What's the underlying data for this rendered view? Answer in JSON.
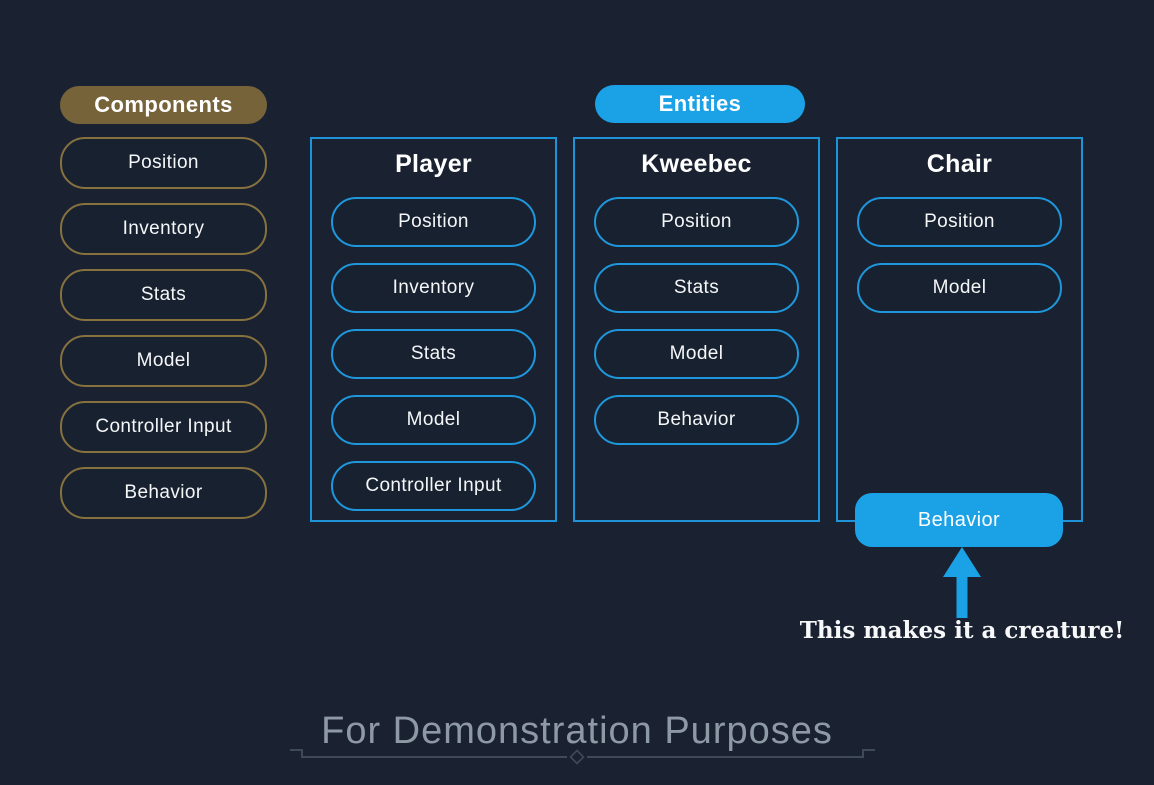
{
  "colors": {
    "background": "#1a2231",
    "gold_fill": "#776339",
    "gold_border": "#86713f",
    "blue_fill": "#1ba1e6",
    "blue_border": "#1f97dc",
    "box_border": "#1e93d8",
    "pill_text": "#f4f6f8",
    "footer_text": "#8e99a6",
    "divider": "#3e4a59"
  },
  "components_panel": {
    "header": "Components",
    "items": [
      "Position",
      "Inventory",
      "Stats",
      "Model",
      "Controller Input",
      "Behavior"
    ]
  },
  "entities_panel": {
    "header": "Entities",
    "entities": [
      {
        "name": "Player",
        "components": [
          "Position",
          "Inventory",
          "Stats",
          "Model",
          "Controller Input"
        ]
      },
      {
        "name": "Kweebec",
        "components": [
          "Position",
          "Stats",
          "Model",
          "Behavior"
        ]
      },
      {
        "name": "Chair",
        "components": [
          "Position",
          "Model"
        ],
        "highlighted_component": "Behavior"
      }
    ]
  },
  "annotation": {
    "text": "This makes it a creature!"
  },
  "footer": {
    "title": "For Demonstration Purposes"
  }
}
